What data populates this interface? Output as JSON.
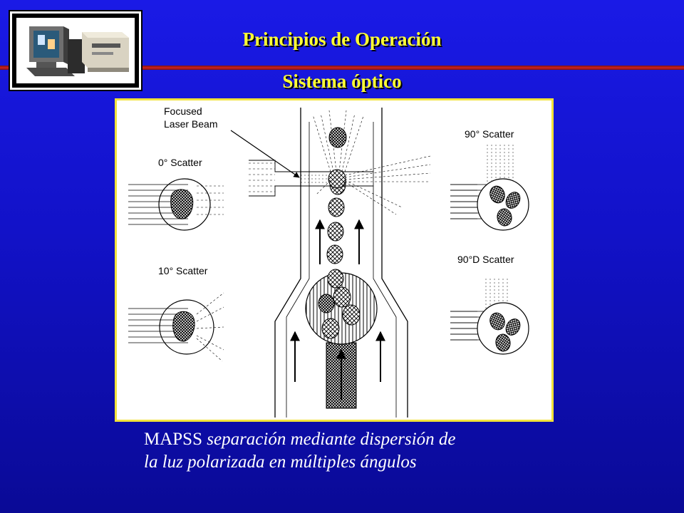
{
  "header": {
    "title": "Principios de Operación",
    "subtitle": "Sistema óptico"
  },
  "figure": {
    "labels": {
      "focused_line1": "Focused",
      "focused_line2": "Laser Beam",
      "scatter_0": "0° Scatter",
      "scatter_10": "10° Scatter",
      "scatter_90": "90° Scatter",
      "scatter_90d": "90°D Scatter"
    }
  },
  "caption": {
    "acronym": "MAPSS",
    "line1_rest": " separación mediante dispersión de",
    "line2": "la luz polarizada en múltiples ángulos"
  },
  "colors": {
    "background": "#1515d8",
    "title": "#ffff33",
    "rule": "#cc2222",
    "figure_border": "#f2e23a"
  }
}
